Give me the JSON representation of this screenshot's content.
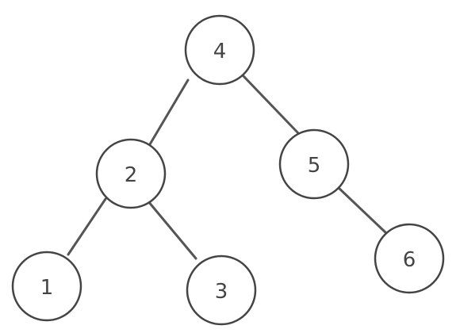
{
  "diagram": {
    "type": "binary-tree",
    "nodes": [
      {
        "id": "n4",
        "label": "4"
      },
      {
        "id": "n2",
        "label": "2"
      },
      {
        "id": "n5",
        "label": "5"
      },
      {
        "id": "n1",
        "label": "1"
      },
      {
        "id": "n3",
        "label": "3"
      },
      {
        "id": "n6",
        "label": "6"
      }
    ],
    "edges": [
      {
        "from": "n4",
        "to": "n2"
      },
      {
        "from": "n4",
        "to": "n5"
      },
      {
        "from": "n2",
        "to": "n1"
      },
      {
        "from": "n2",
        "to": "n3"
      },
      {
        "from": "n5",
        "to": "n6"
      }
    ],
    "colors": {
      "node_fill": "#ffffff",
      "node_stroke": "#444444",
      "edge": "#555555",
      "label": "#444444"
    }
  }
}
